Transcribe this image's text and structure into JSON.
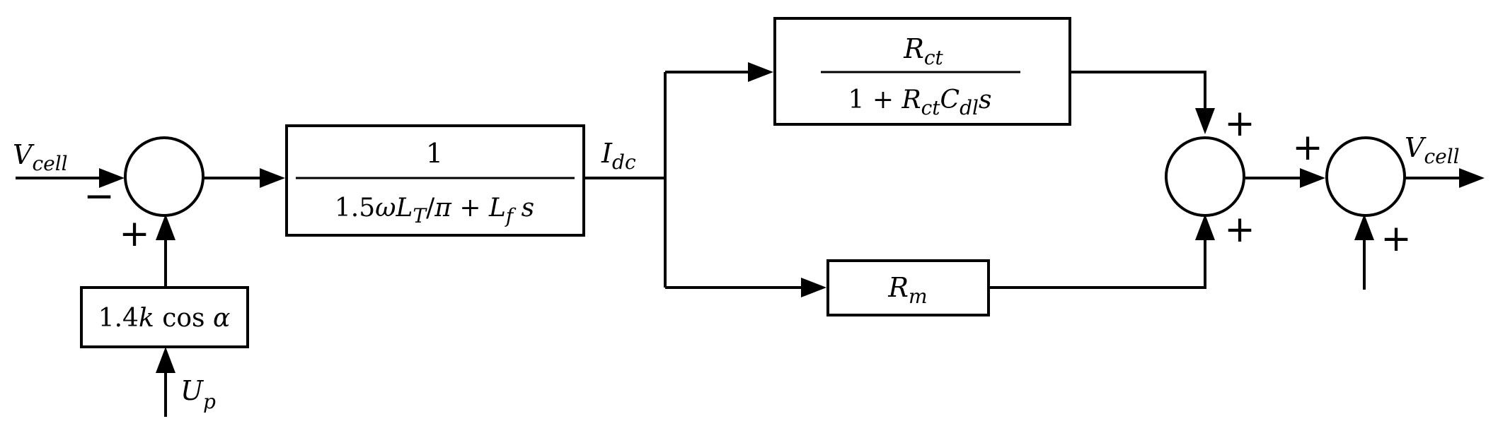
{
  "signals": {
    "v_cell_in": {
      "main": "V",
      "sub": "cell"
    },
    "i_dc": {
      "main": "I",
      "sub": "dc"
    },
    "u_p": {
      "main": "U",
      "sub": "p"
    },
    "v_cell_out": {
      "main": "V",
      "sub": "cell"
    }
  },
  "blocks": {
    "gain": {
      "label": "1.4k cos α"
    },
    "plant": {
      "numerator": "1",
      "denominator": "1.5ωL_T/π + L_f s"
    },
    "rct_branch": {
      "numerator": "R_ct",
      "denominator": "1 + R_ct C_dl s"
    },
    "rm_branch": {
      "label": "R_m"
    }
  },
  "signs": {
    "sum1_left": "−",
    "sum1_bottom": "+",
    "sum2_top": "+",
    "sum2_bottom": "+",
    "sum3_left": "+",
    "sum3_bottom": "+"
  }
}
